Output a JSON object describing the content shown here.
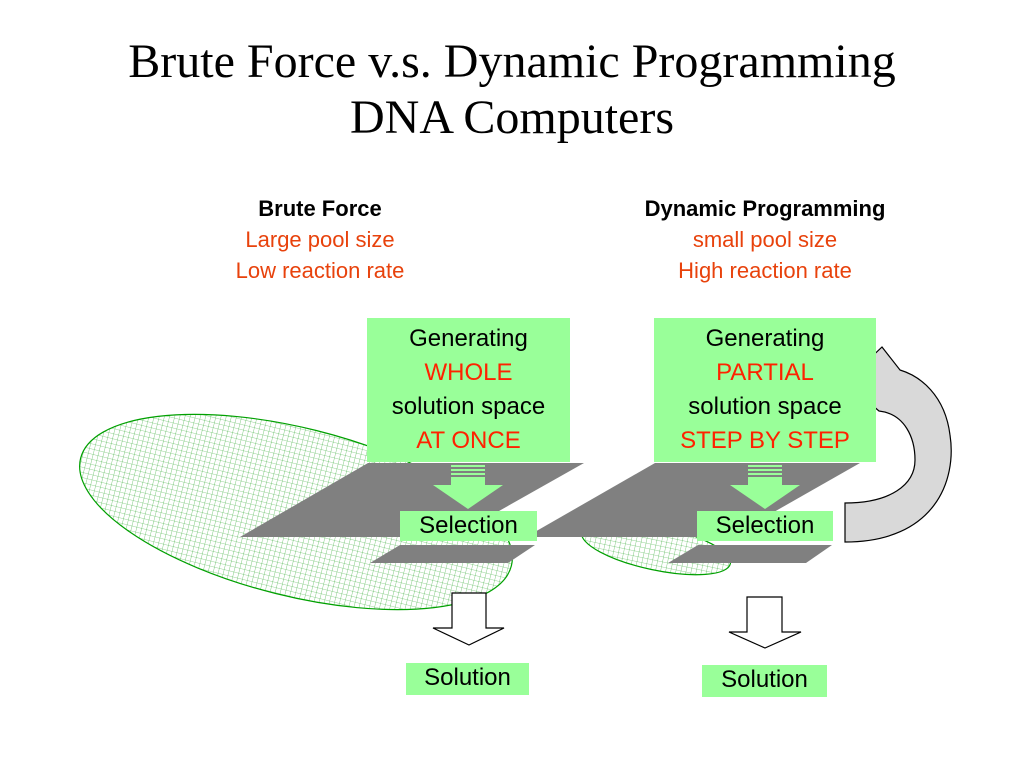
{
  "title": {
    "line1": "Brute Force v.s. Dynamic Programming",
    "line2": "DNA Computers"
  },
  "brute_force": {
    "heading": "Brute Force",
    "property1": "Large pool size",
    "property2": "Low reaction rate",
    "generate_box": [
      "Generating",
      "WHOLE",
      "solution space",
      "AT ONCE"
    ],
    "selection_label": "Selection",
    "solution_label": "Solution"
  },
  "dynamic_programming": {
    "heading": "Dynamic Programming",
    "property1": "small pool size",
    "property2": "High reaction rate",
    "generate_box": [
      "Generating",
      "PARTIAL",
      "solution space",
      "STEP BY STEP"
    ],
    "selection_label": "Selection",
    "solution_label": "Solution"
  },
  "colors": {
    "box_fill": "#99ff99",
    "highlight_text": "#ff2200",
    "property_text": "#e8420c",
    "plane_fill": "#808080",
    "pool_outline": "#00a000",
    "loop_arrow_fill": "#d9d9d9"
  }
}
